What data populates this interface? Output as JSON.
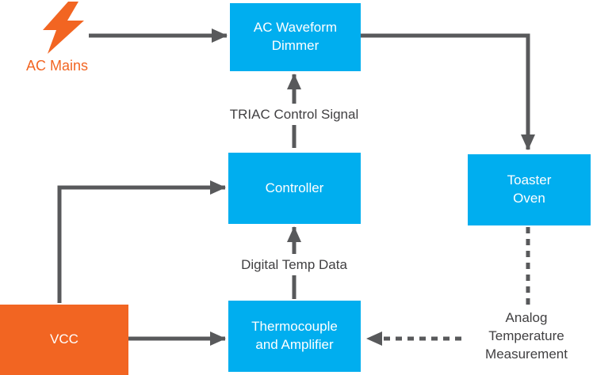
{
  "diagram": {
    "nodes": {
      "ac_mains": {
        "label": "AC Mains"
      },
      "dimmer": {
        "lines": [
          "AC Waveform",
          "Dimmer"
        ]
      },
      "controller": {
        "label": "Controller"
      },
      "toaster_oven": {
        "lines": [
          "Toaster",
          "Oven"
        ]
      },
      "thermocouple": {
        "lines": [
          "Thermocouple",
          "and Amplifier"
        ]
      },
      "vcc": {
        "label": "VCC"
      }
    },
    "edge_labels": {
      "triac": "TRIAC Control Signal",
      "digital_temp": "Digital Temp Data",
      "analog": {
        "lines": [
          "Analog",
          "Temperature",
          "Measurement"
        ]
      }
    },
    "colors": {
      "node_cyan": "#00AEEF",
      "accent_orange": "#F26522",
      "arrow_gray": "#58595B",
      "label_text": "#414042"
    }
  }
}
